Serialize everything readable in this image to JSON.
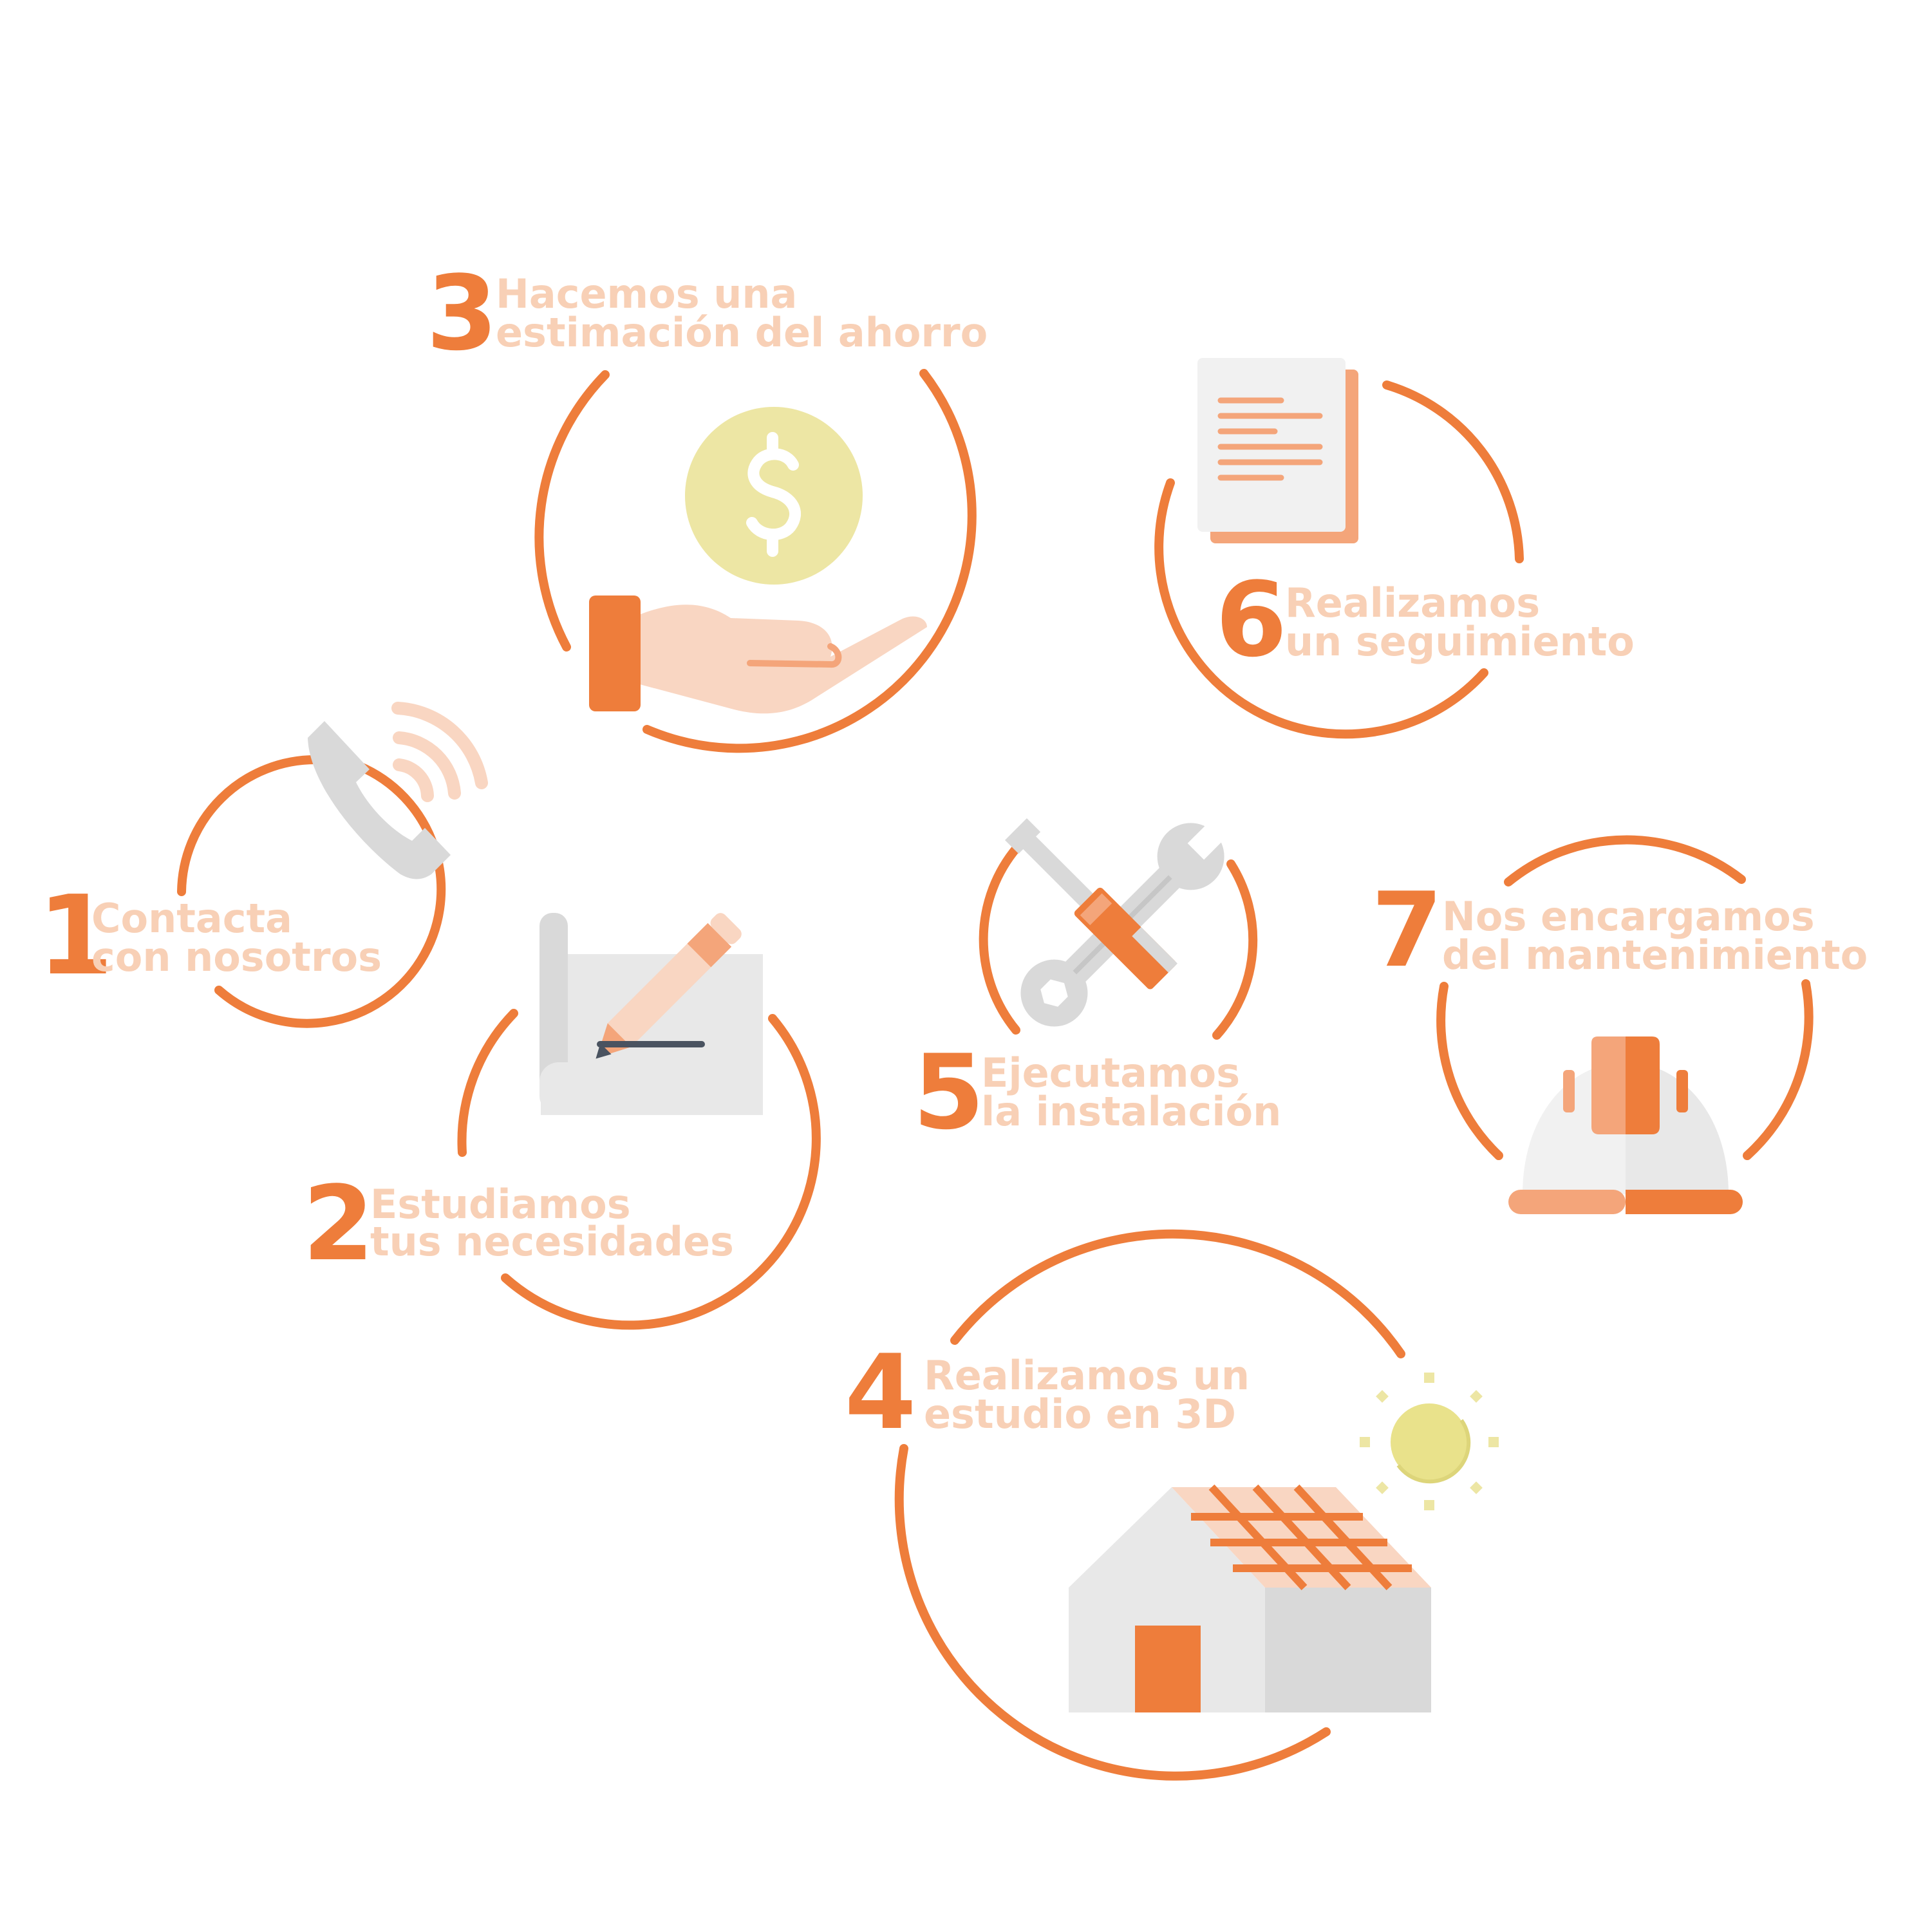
{
  "colors": {
    "accent": "#EE7D3B",
    "label_text": "#F8D0B6",
    "light_orange": "#F4A57A",
    "peach": "#F9D6C2",
    "gray": "#D9D9D9",
    "light_gray": "#E8E8E8",
    "coin_yellow": "#EDE6A4",
    "sun_yellow": "#E9E28B"
  },
  "steps": [
    {
      "number": "1",
      "line1": "Contacta",
      "line2": "con nosotros",
      "icon": "phone-icon"
    },
    {
      "number": "2",
      "line1": "Estudiamos",
      "line2": "tus necesidades",
      "icon": "blueprint-pencil-icon"
    },
    {
      "number": "3",
      "line1": "Hacemos una",
      "line2": "estimación del ahorro",
      "icon": "hand-coin-icon"
    },
    {
      "number": "4",
      "line1": "Realizamos un",
      "line2": "estudio en 3D",
      "icon": "house-solar-icon"
    },
    {
      "number": "5",
      "line1": "Ejecutamos",
      "line2": "la instalación",
      "icon": "tools-icon"
    },
    {
      "number": "6",
      "line1": "Realizamos",
      "line2": "un seguimiento",
      "icon": "document-icon"
    },
    {
      "number": "7",
      "line1": "Nos encargamos",
      "line2": "del mantenimiento",
      "icon": "hard-hat-icon"
    }
  ]
}
